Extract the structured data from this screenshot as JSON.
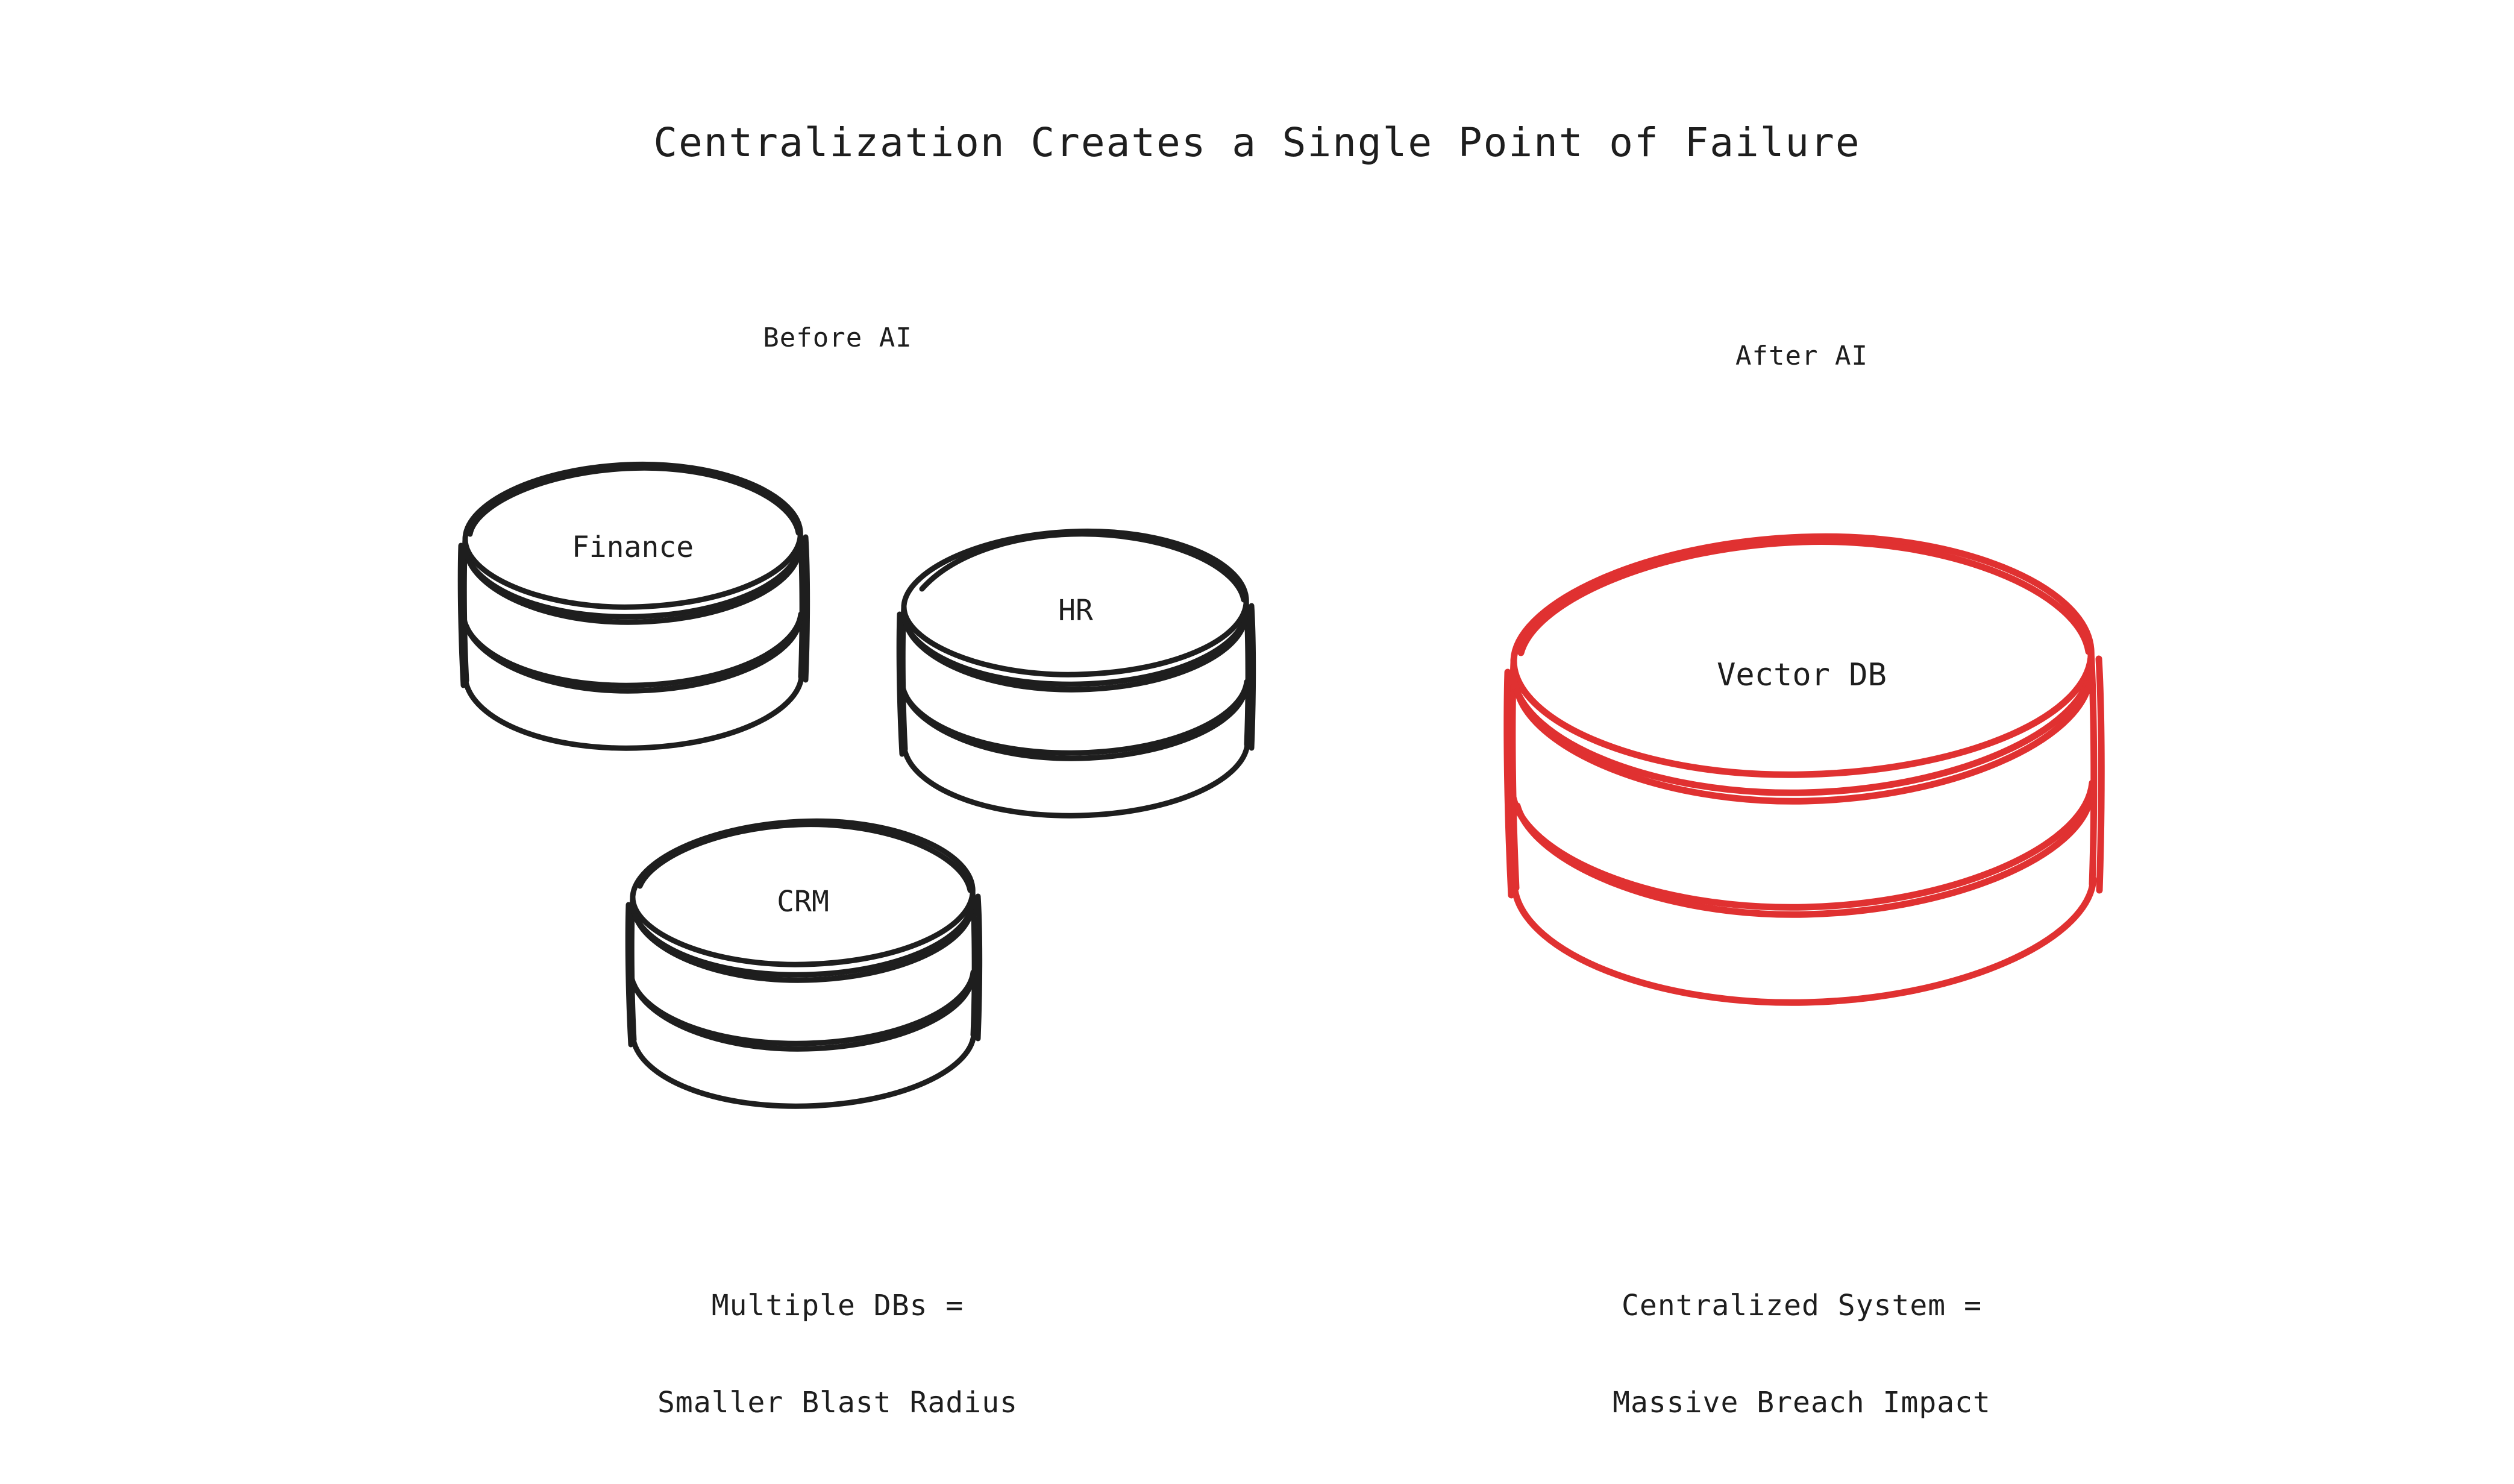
{
  "page": {
    "background": "#ffffff",
    "text_color": "#1e1e1e",
    "accent_red": "#e03131"
  },
  "title": "Centralization Creates a Single Point of Failure",
  "columns": {
    "before": {
      "label": "Before AI",
      "caption_line1": "Multiple DBs =",
      "caption_line2": "Smaller Blast Radius",
      "databases": [
        {
          "label": "Finance",
          "color": "#1e1e1e"
        },
        {
          "label": "HR",
          "color": "#1e1e1e"
        },
        {
          "label": "CRM",
          "color": "#1e1e1e"
        }
      ]
    },
    "after": {
      "label": "After AI",
      "caption_line1": "Centralized System =",
      "caption_line2": "Massive Breach Impact",
      "databases": [
        {
          "label": "Vector DB",
          "color": "#e03131"
        }
      ]
    }
  }
}
